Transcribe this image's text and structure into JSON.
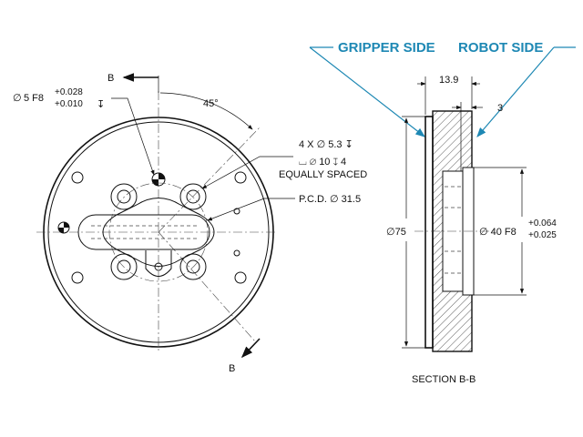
{
  "front_view": {
    "section_mark_top": "B",
    "section_mark_bottom": "B",
    "pin_hole": {
      "symbol": "∅",
      "size": "5 F8",
      "tol_upper": "+0.028",
      "tol_lower": "+0.010",
      "depth_symbol": "↧"
    },
    "angle": "45°",
    "counterbore": {
      "line1": "4 X ∅ 5.3 ↧",
      "line2": "⌴ ∅ 10 ↧ 4",
      "line3": "EQUALLY SPACED"
    },
    "pcd": "P.C.D. ∅ 31.5"
  },
  "section_view": {
    "gripper_side": "GRIPPER SIDE",
    "robot_side": "ROBOT SIDE",
    "thickness": "13.9",
    "step": "3",
    "outer_dia": "∅75",
    "bore": {
      "label": "∅ 40 F8",
      "tol_upper": "+0.064",
      "tol_lower": "+0.025"
    },
    "caption": "SECTION B-B"
  },
  "colors": {
    "line": "#111111",
    "callout": "#1e88b4"
  }
}
